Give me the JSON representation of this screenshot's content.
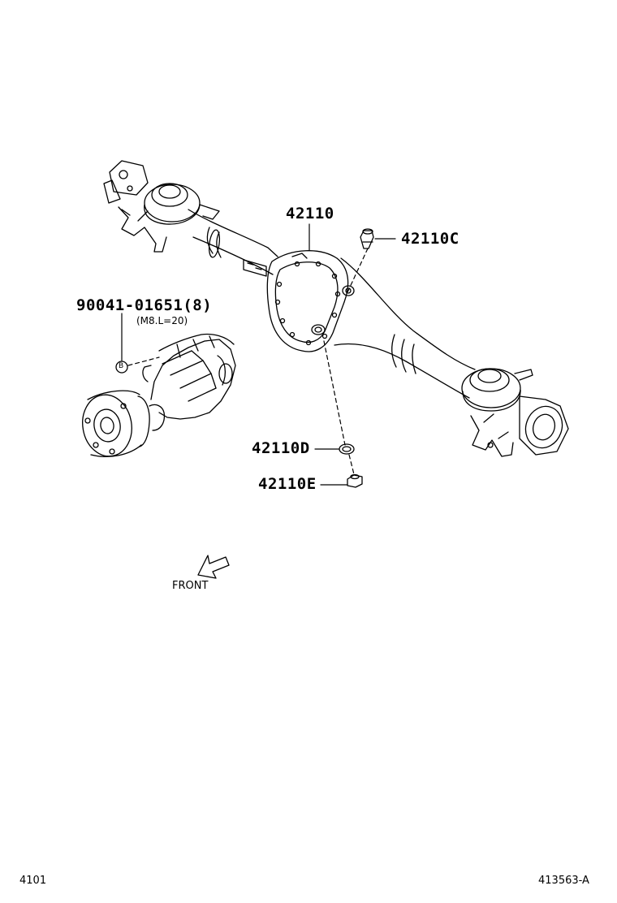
{
  "labels": {
    "housing": "42110",
    "breather_plug": "42110C",
    "bolt_part": "90041-01651(8)",
    "bolt_spec": "(M8.L=20)",
    "bolt_marker": "B",
    "gasket": "42110D",
    "drain_plug": "42110E",
    "front": "FRONT"
  },
  "footer": {
    "page_code": "4101",
    "figure_ref": "413563-A"
  }
}
